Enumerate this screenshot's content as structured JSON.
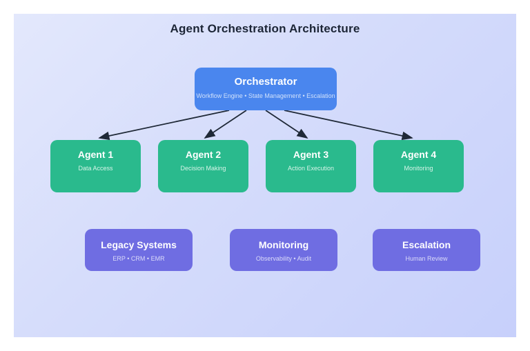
{
  "page": {
    "title": "Agent Orchestration Architecture"
  },
  "colors": {
    "orchestrator": "#4a86ee",
    "agent": "#2aba8d",
    "system": "#6f6de2",
    "arrow": "#1f2937",
    "background_start": "#e3e8fc",
    "background_end": "#c7d0fb",
    "page_margin": "#ffffff",
    "title_text": "#1c2536"
  },
  "orchestrator": {
    "title": "Orchestrator",
    "subtitle": "Workflow Engine • State Management • Escalation"
  },
  "agents": [
    {
      "title": "Agent 1",
      "subtitle": "Data Access"
    },
    {
      "title": "Agent 2",
      "subtitle": "Decision Making"
    },
    {
      "title": "Agent 3",
      "subtitle": "Action Execution"
    },
    {
      "title": "Agent 4",
      "subtitle": "Monitoring"
    }
  ],
  "systems": [
    {
      "title": "Legacy Systems",
      "subtitle": "ERP • CRM • EMR"
    },
    {
      "title": "Monitoring",
      "subtitle": "Observability • Audit"
    },
    {
      "title": "Escalation",
      "subtitle": "Human Review"
    }
  ]
}
